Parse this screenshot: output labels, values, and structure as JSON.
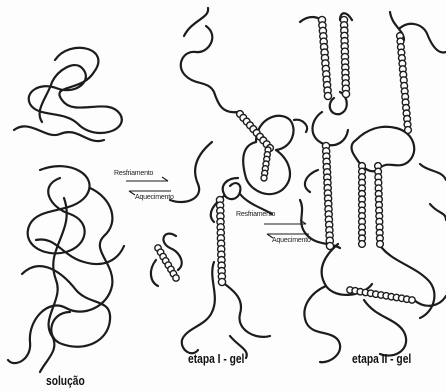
{
  "labels": {
    "solution": "solução",
    "stage1": "etapa I - gel",
    "stage2": "etapa II - gel",
    "cooling1": "Resfriamento",
    "heating1": "Aquecimento",
    "cooling2": "Resfriamento",
    "heating2": "Aquecimento"
  }
}
